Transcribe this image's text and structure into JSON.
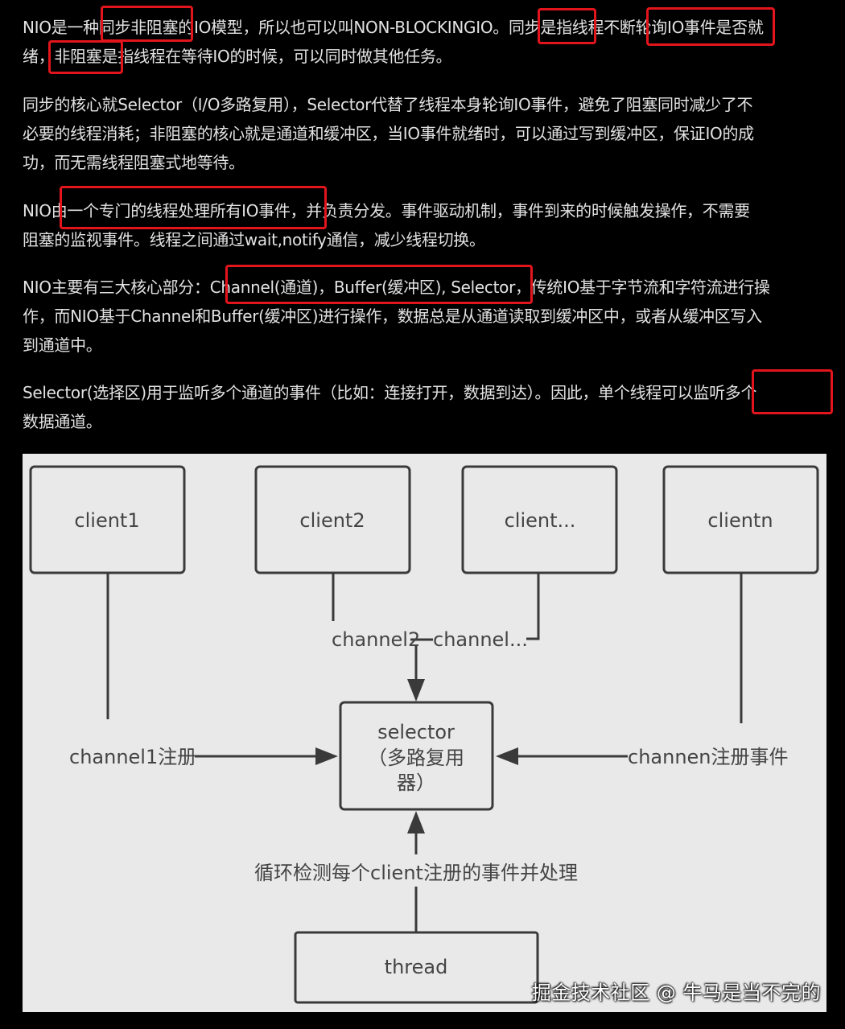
{
  "article": {
    "paragraphs": [
      {
        "lines": [
          "NIO是一种同步非阻塞的IO模型，所以也可以叫NON-BLOCKINGIO。同步是指线程不断轮询IO事件是否就",
          "绪，非阻塞是指线程在等待IO的时候，可以同时做其他任务。"
        ]
      },
      {
        "lines": [
          "同步的核心就Selector（I/O多路复用），Selector代替了线程本身轮询IO事件，避免了阻塞同时减少了不",
          "必要的线程消耗；非阻塞的核心就是通道和缓冲区，当IO事件就绪时，可以通过写到缓冲区，保证IO的成",
          "功，而无需线程阻塞式地等待。"
        ]
      },
      {
        "lines": [
          "NIO由一个专门的线程处理所有IO事件，并负责分发。事件驱动机制，事件到来的时候触发操作，不需要",
          "阻塞的监视事件。线程之间通过wait,notify通信，减少线程切换。"
        ]
      },
      {
        "lines": [
          "NIO主要有三大核心部分：Channel(通道)，Buffer(缓冲区), Selector，传统IO基于字节流和字符流进行操",
          "作，而NIO基于Channel和Buffer(缓冲区)进行操作，数据总是从通道读取到缓冲区中，或者从缓冲区写入",
          "到通道中。"
        ]
      },
      {
        "lines": [
          "Selector(选择区)用于监听多个通道的事件（比如：连接打开，数据到达）。因此，单个线程可以监听多个",
          "数据通道。"
        ]
      }
    ],
    "highlight_color": "#e3151c"
  },
  "diagram": {
    "nodes": {
      "client1": "client1",
      "client2": "client2",
      "client_more": "client...",
      "clientn": "clientn",
      "selector_line1": "selector",
      "selector_line2": "（多路复用",
      "selector_line3": "器）",
      "thread": "thread"
    },
    "edge_labels": {
      "channel1": "channel1注册",
      "channel2": "channel2",
      "channel_more": "channel...",
      "channeln": "channen注册事件",
      "thread_loop": "循环检测每个client注册的事件并处理"
    }
  },
  "watermark": "掘金技术社区 @ 牛马是当不完的"
}
